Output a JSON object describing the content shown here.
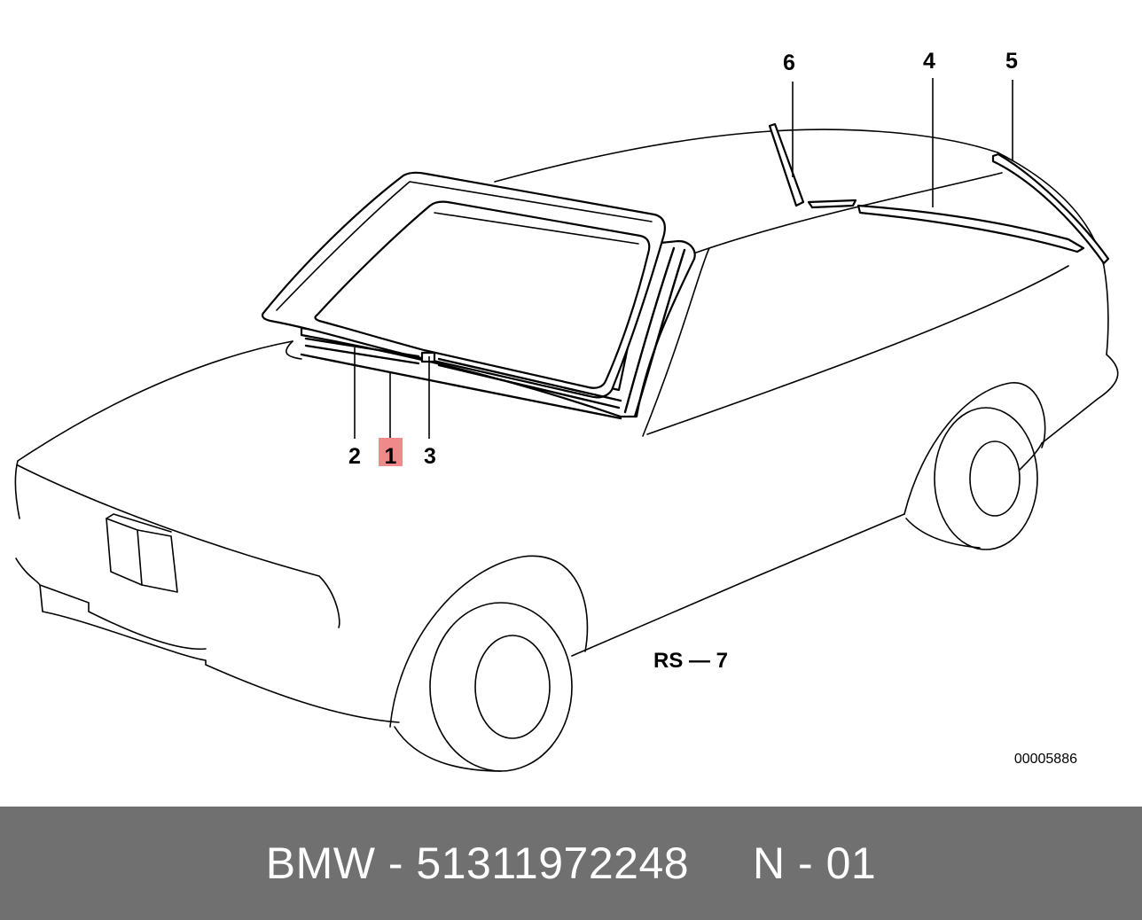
{
  "diagram": {
    "callouts": [
      {
        "id": "1",
        "highlighted": true
      },
      {
        "id": "2",
        "highlighted": false
      },
      {
        "id": "3",
        "highlighted": false
      },
      {
        "id": "4",
        "highlighted": false
      },
      {
        "id": "5",
        "highlighted": false
      },
      {
        "id": "6",
        "highlighted": false
      }
    ],
    "group_label": "RS — 7",
    "reference_number": "00005886",
    "highlight_color": "#f08a8a"
  },
  "footer": {
    "text": "BMW - 51311972248     N - 01",
    "background": "#707070",
    "text_color": "#ffffff"
  }
}
